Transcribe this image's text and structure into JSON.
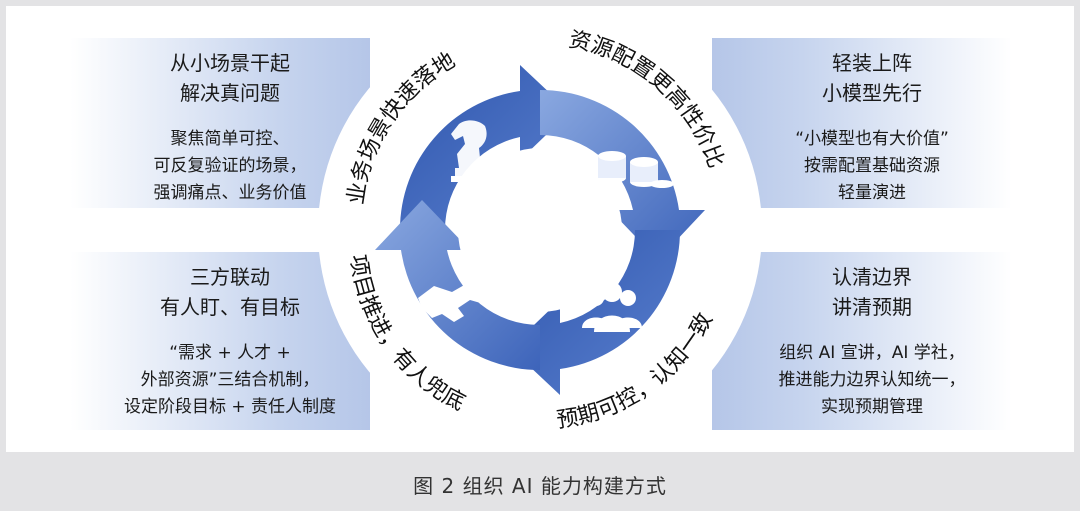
{
  "caption": "图 2 组织 AI 能力构建方式",
  "ring_labels": {
    "top_left": "业务场景快速落地",
    "top_right": "资源配置更高性价比",
    "bottom_right": "预期可控，认知一致",
    "bottom_left": "项目推进，有人兜底"
  },
  "boxes": {
    "top_left": {
      "title1": "从小场景干起",
      "title2": "解决真问题",
      "line1": "聚焦简单可控、",
      "line2": "可反复验证的场景，",
      "line3": "强调痛点、业务价值"
    },
    "top_right": {
      "title1": "轻装上阵",
      "title2": "小模型先行",
      "line1": "“小模型也有大价值”",
      "line2": "按需配置基础资源",
      "line3": "轻量演进"
    },
    "bottom_left": {
      "title1": "三方联动",
      "title2": "有人盯、有目标",
      "line1": "“需求 + 人才 +",
      "line2": "外部资源”三结合机制，",
      "line3": "设定阶段目标 + 责任人制度"
    },
    "bottom_right": {
      "title1": "认清边界",
      "title2": "讲清预期",
      "line1": "组织 AI 宣讲，AI 学社，",
      "line2": "推进能力边界认知统一，",
      "line3": "实现预期管理"
    }
  },
  "icons": [
    "chess-knight-icon",
    "coins-icon",
    "team-icon",
    "handshake-icon"
  ],
  "colors": {
    "ring": "#ffffff",
    "arrow_dark": "#3a62b8",
    "arrow_light": "#6d90d6",
    "box_blue": "#b5c6e8"
  }
}
